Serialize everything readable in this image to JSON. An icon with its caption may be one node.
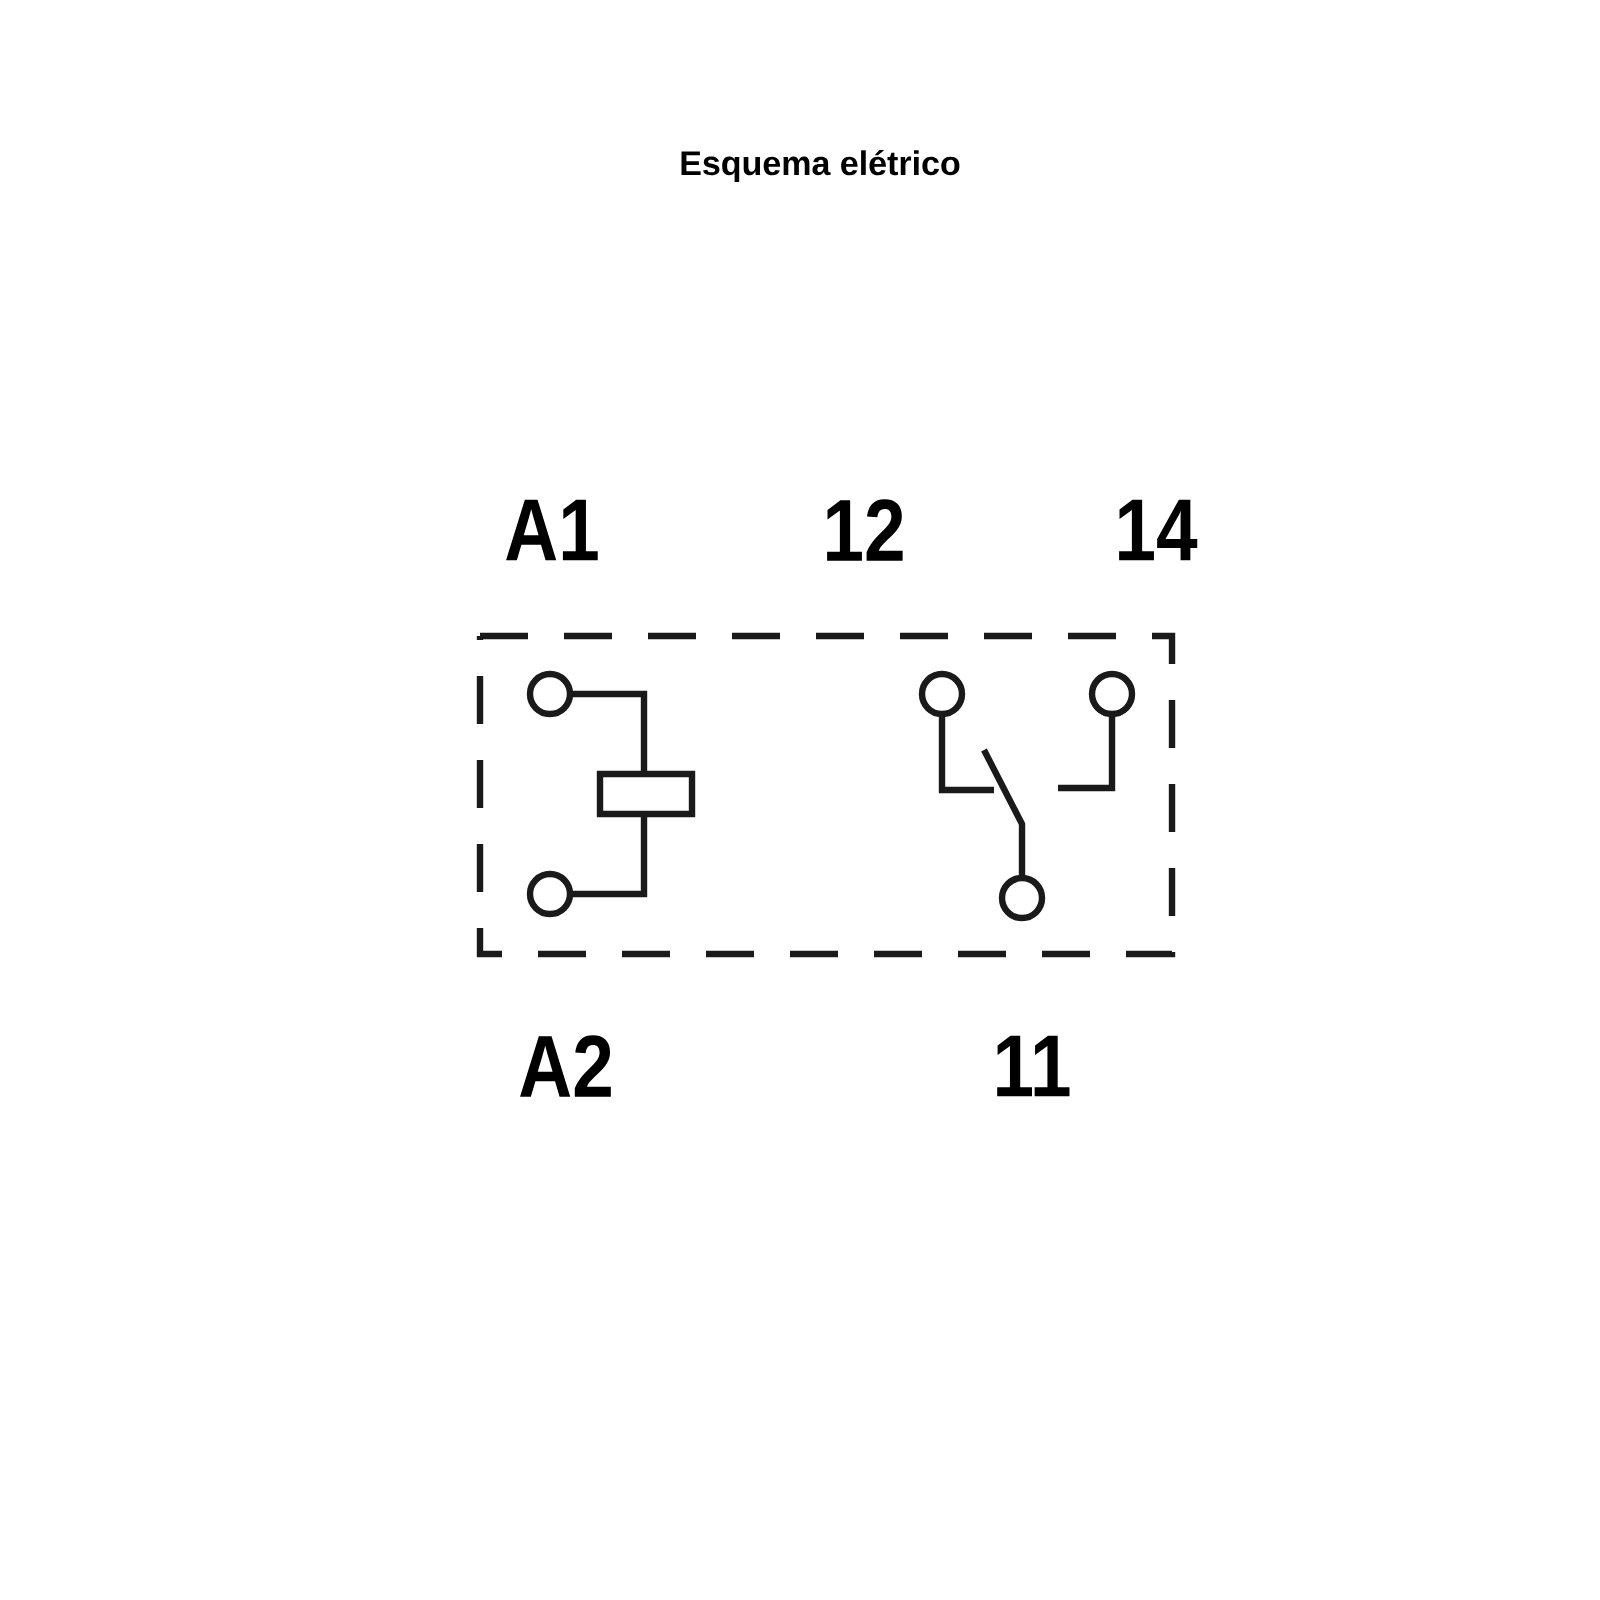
{
  "diagram": {
    "title": "Esquema elétrico",
    "labels": [
      "A1",
      "12",
      "14",
      "A2",
      "11"
    ]
  }
}
